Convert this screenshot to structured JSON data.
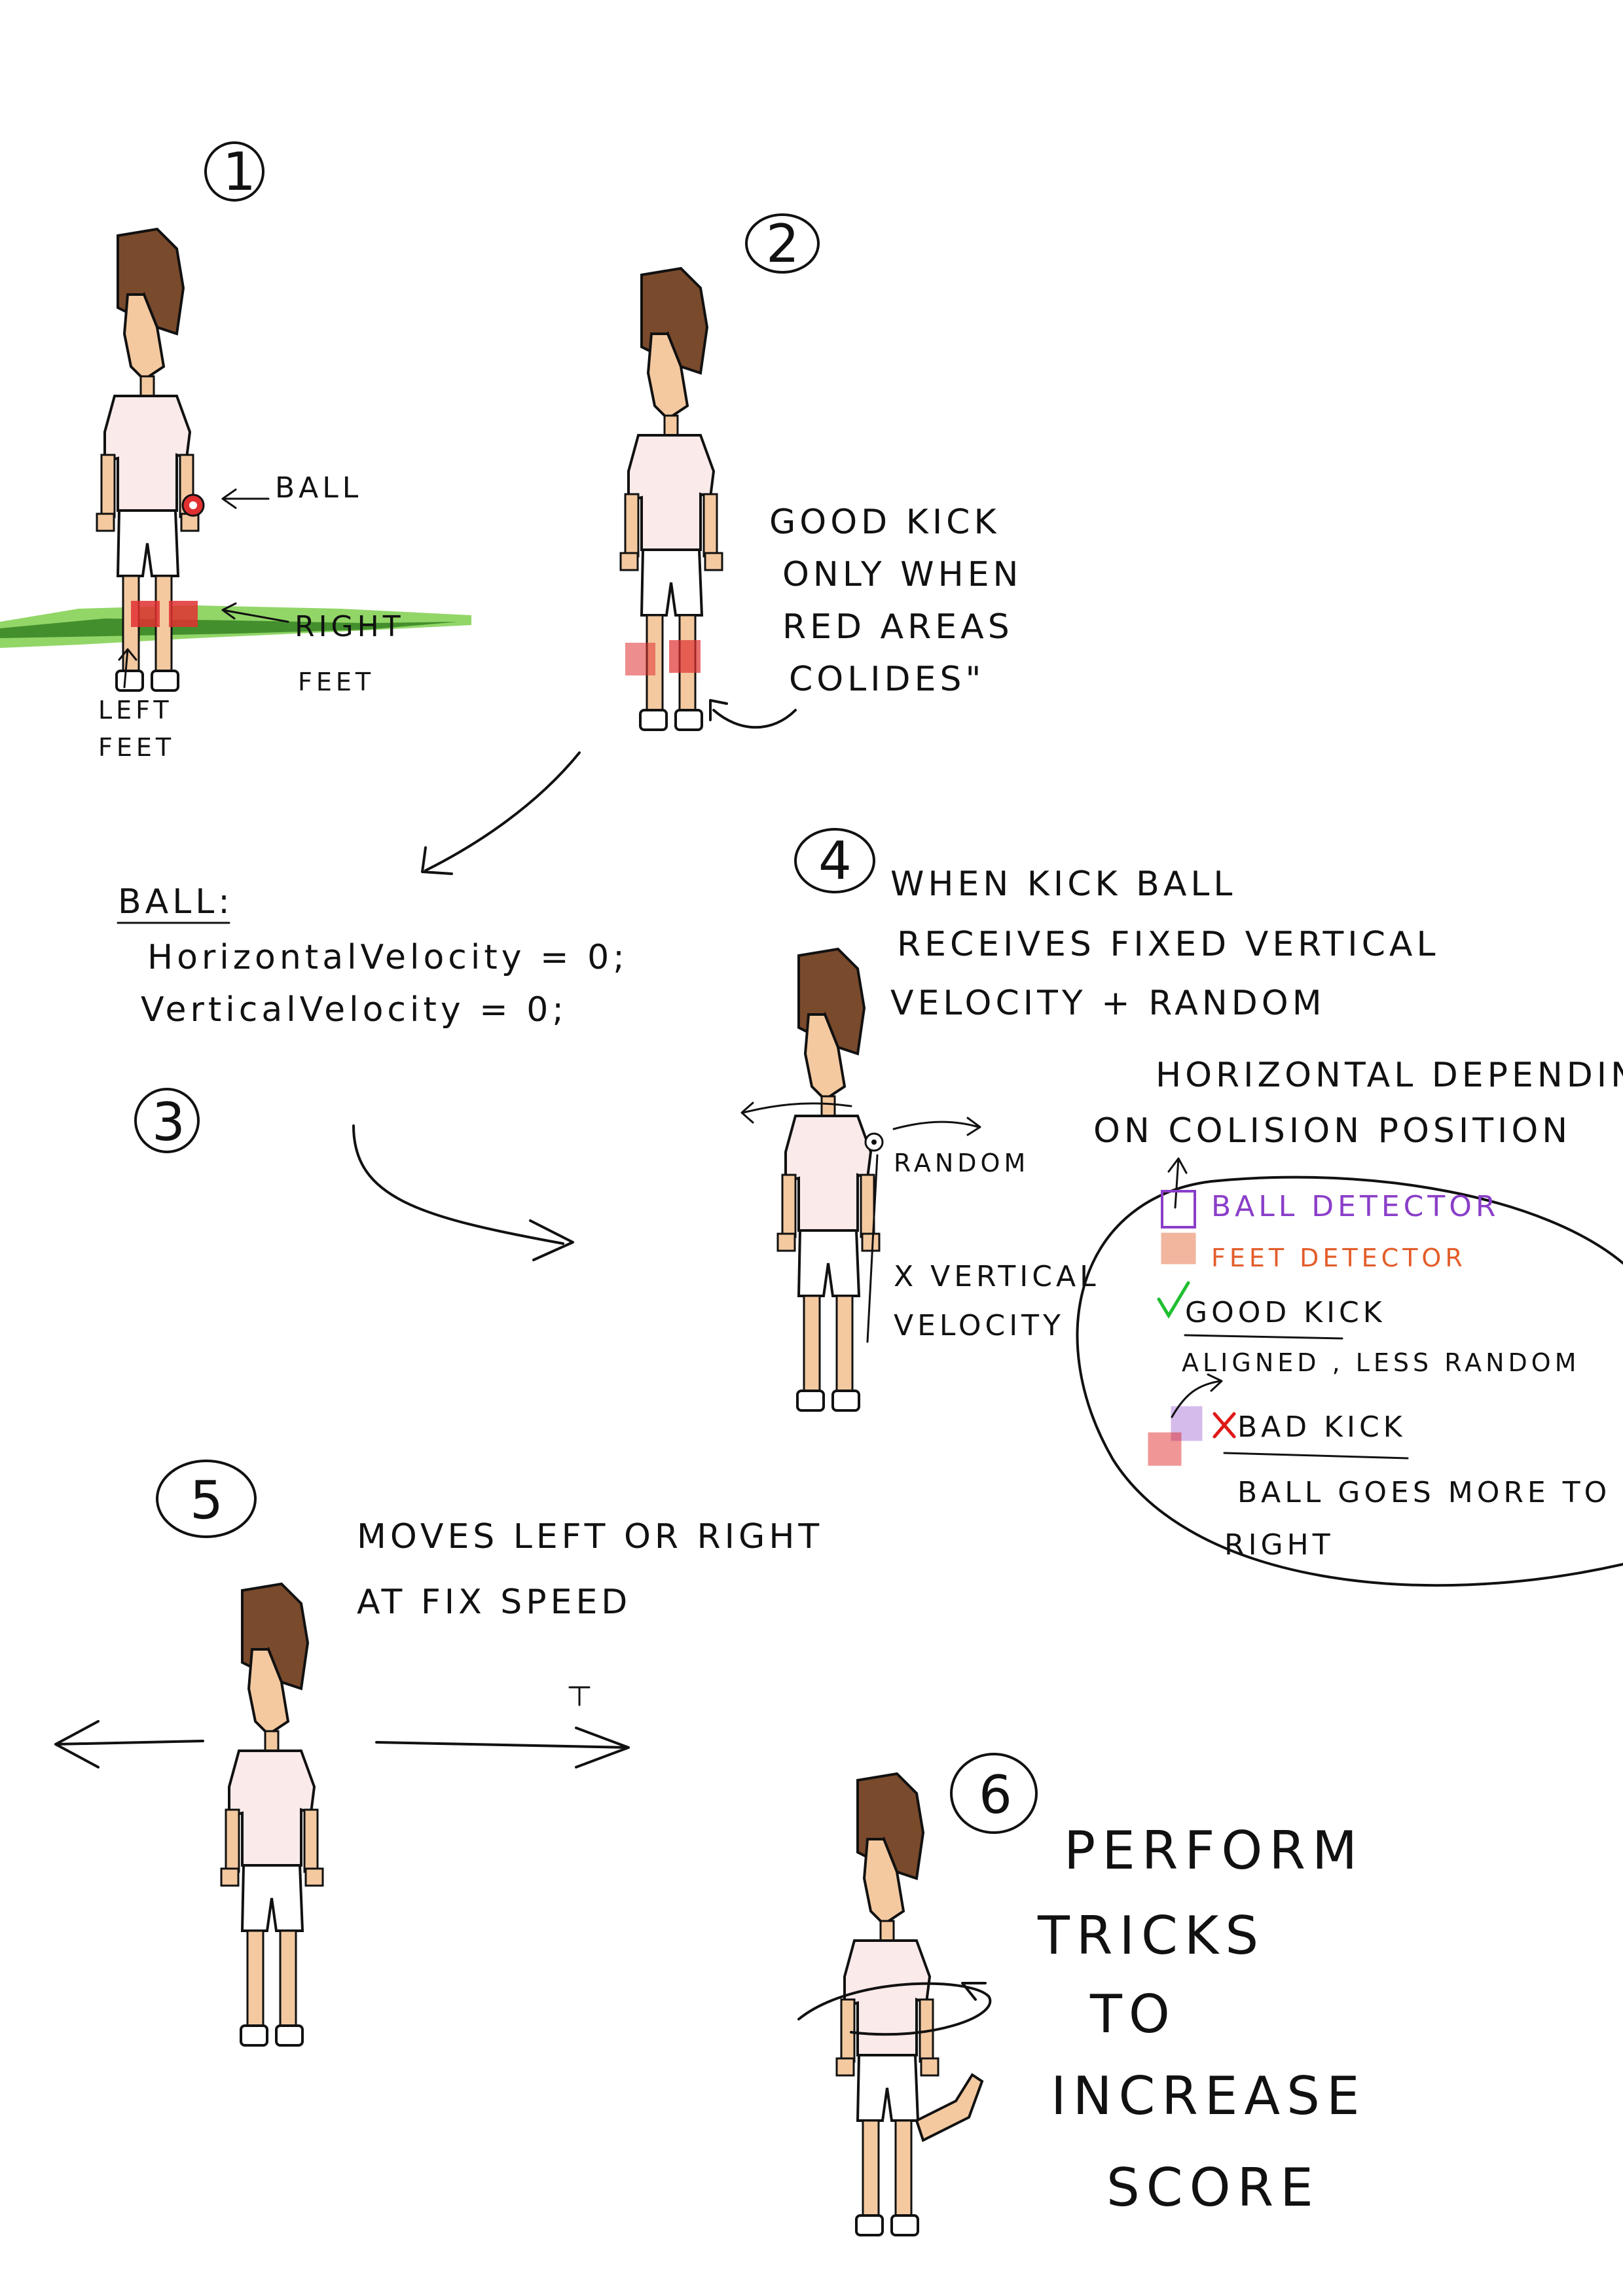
{
  "steps": {
    "s1": "1",
    "s2": "2",
    "s3": "3",
    "s4": "4",
    "s5": "5",
    "s6": "6"
  },
  "panel1": {
    "ball": "BALL",
    "right": "RIGHT",
    "right_feet": "FEET",
    "left": "LEFT",
    "left_feet": "FEET"
  },
  "panel2": {
    "lines": [
      "GOOD KICK",
      "ONLY WHEN",
      "RED AREAS",
      "COLIDES\""
    ]
  },
  "panel3": {
    "title": "BALL:",
    "lines": [
      "HorizontalVelocity = 0;",
      "VerticalVelocity = 0;"
    ]
  },
  "panel4": {
    "lines": [
      "WHEN KICK BALL",
      "RECEIVES FIXED VERTICAL",
      "VELOCITY + RANDOM",
      "HORIZONTAL DEPENDING",
      "ON COLISION POSITION"
    ],
    "random_label": "RANDOM",
    "vertical_label_1": "X VERTICAL",
    "vertical_label_2": "VELOCITY",
    "ball_detector": "BALL DETECTOR",
    "feet_detector": "FEET DETECTOR",
    "good_kick": "GOOD KICK",
    "good_kick_note": "ALIGNED , LESS RANDOM",
    "bad_kick": "BAD KICK",
    "bad_kick_note_1": "BALL GOES MORE TO",
    "bad_kick_note_2": "RIGHT"
  },
  "panel5": {
    "line1": "MOVES   LEFT  OR  RIGHT",
    "line2": "AT   FIX   SPEED"
  },
  "panel6": {
    "lines": [
      "PERFORM",
      "TRICKS",
      "TO",
      "INCREASE",
      "SCORE"
    ]
  },
  "colors": {
    "ink": "#111111",
    "skin": "#f4c9a0",
    "hair": "#7a4a2c",
    "shirt": "#fbeaea",
    "grass_dark": "#2f7d1e",
    "grass_light": "#7fcf4e",
    "red_area": "#e03030",
    "ball_detector": "#8a3ec8",
    "feet_detector": "#e35d2a",
    "good_check": "#1fbf2f",
    "bad_x": "#e01818"
  },
  "icons": {
    "ball": "soccer-ball-icon",
    "check": "check-mark-icon",
    "cross": "cross-mark-icon"
  }
}
